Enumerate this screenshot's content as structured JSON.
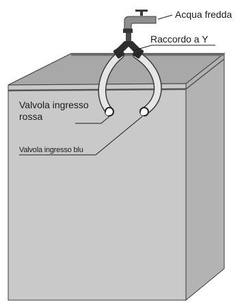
{
  "labels": {
    "cold_water": "Acqua fredda",
    "y_fitting": "Raccordo a Y",
    "red_valve_line1": "Valvola ingresso",
    "red_valve_line2": "rossa",
    "blue_valve": "Valvola ingresso blu"
  },
  "colors": {
    "cabinet_front": "#c9c9c9",
    "cabinet_side": "#b3b3b3",
    "cabinet_top": "#a2a2a2",
    "hose": "#e6e6e6",
    "outline": "#3a3a3a"
  }
}
